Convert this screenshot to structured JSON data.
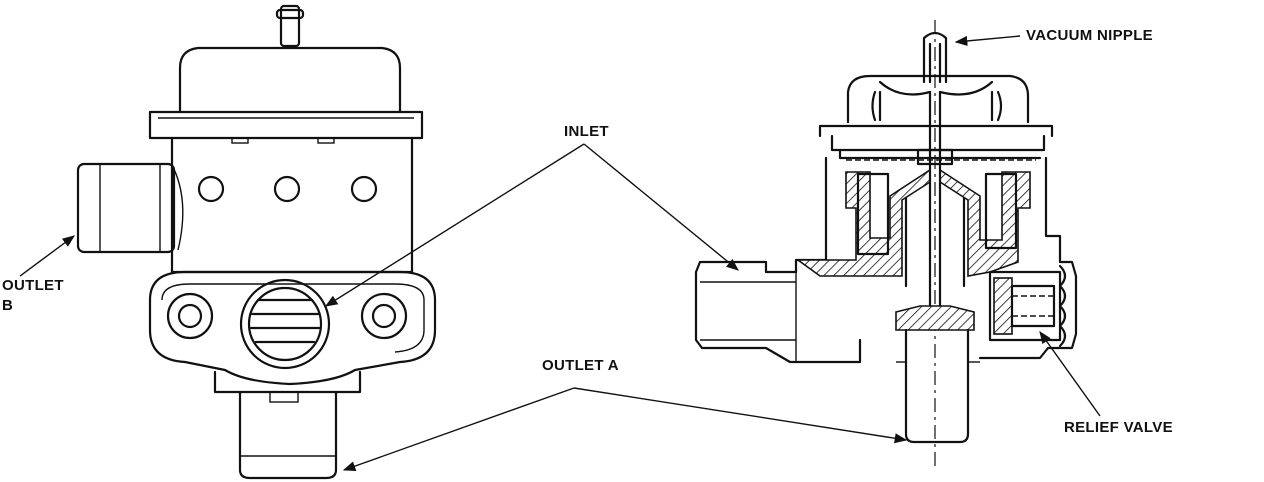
{
  "labels": {
    "vacuum_nipple": "VACUUM NIPPLE",
    "inlet": "INLET",
    "outlet_b_line1": "OUTLET",
    "outlet_b_line2": "B",
    "outlet_a": "OUTLET A",
    "relief_valve": "RELIEF VALVE"
  },
  "colors": {
    "ink": "#111111",
    "background": "#ffffff"
  }
}
